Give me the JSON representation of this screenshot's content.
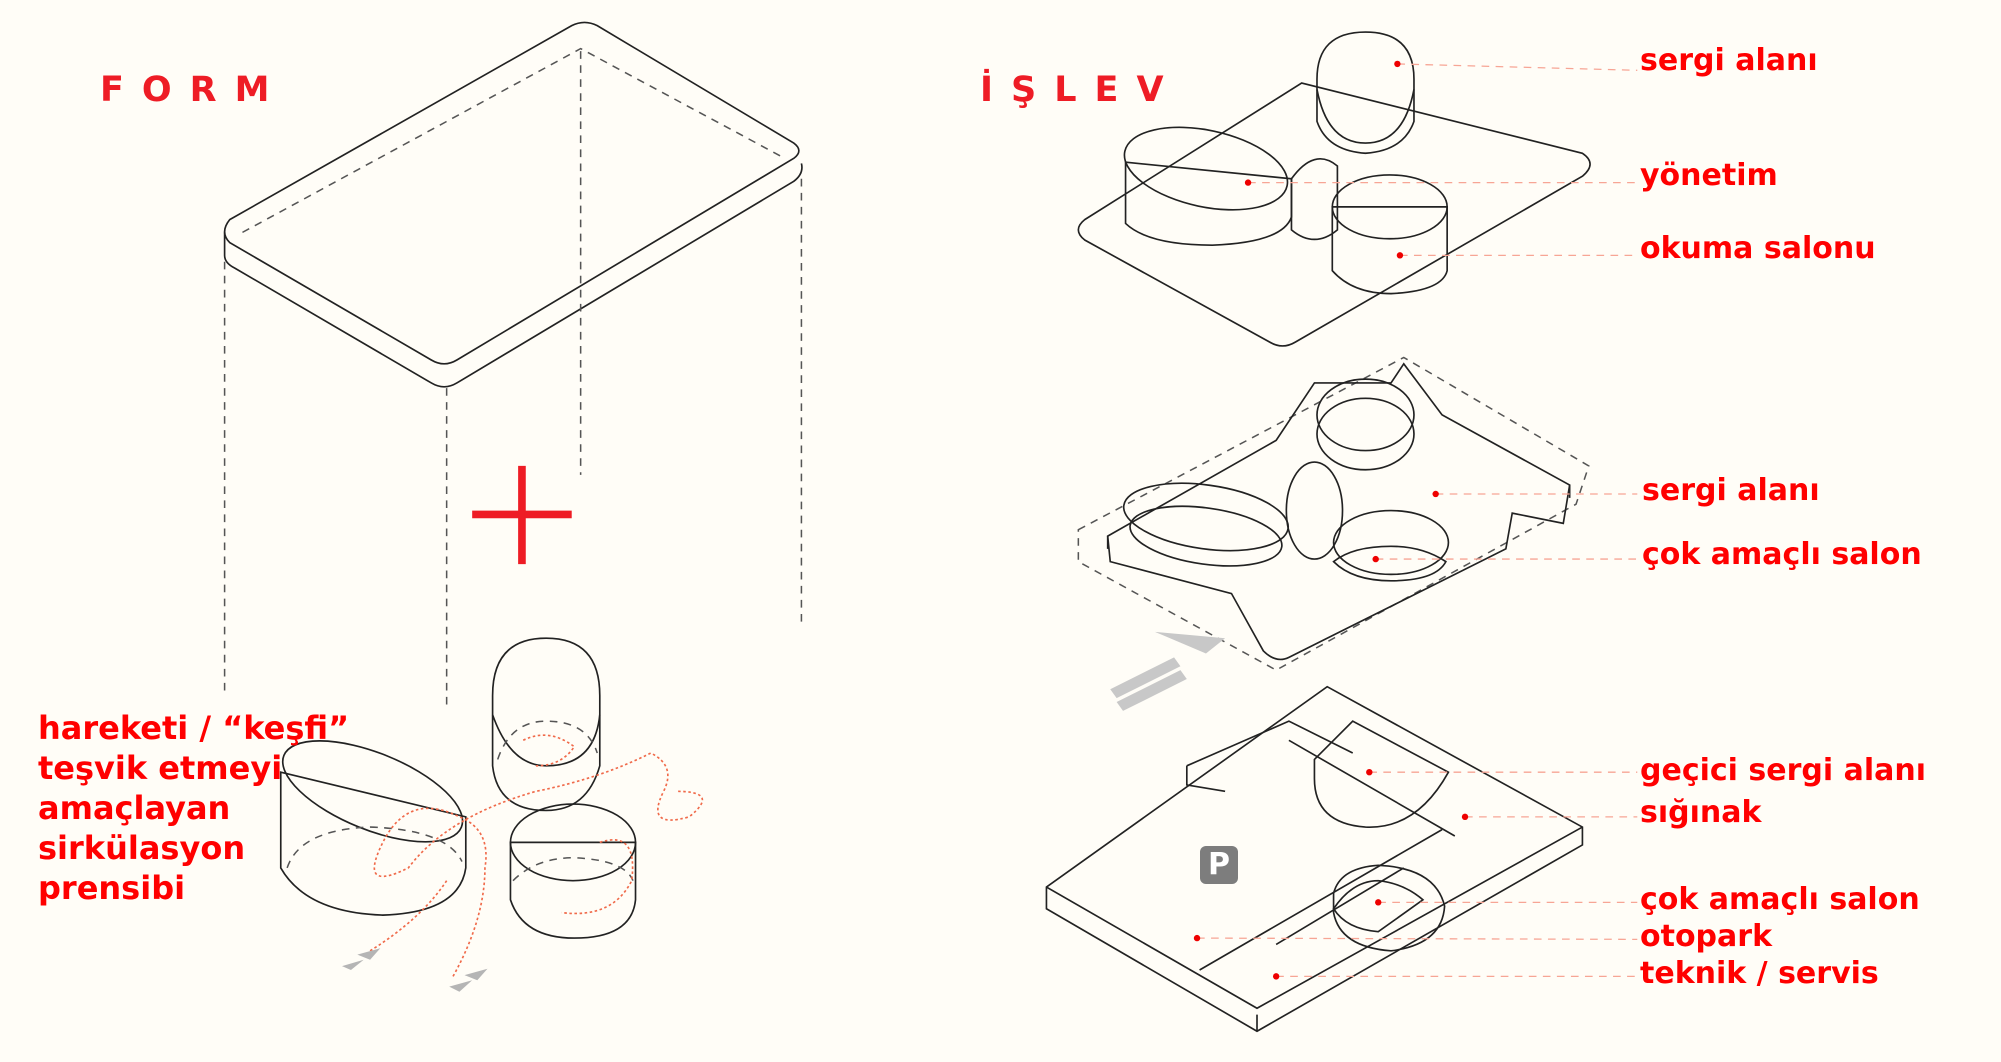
{
  "titles": {
    "form": "FORM",
    "islev": "İŞLEV"
  },
  "form_caption": [
    "hareketi / “keşfi”",
    "teşvik etmeyi",
    "amaçlayan",
    "sirkülasyon",
    "prensibi"
  ],
  "levels": {
    "upper": [
      "sergi alanı",
      "yönetim",
      "okuma salonu"
    ],
    "ground": [
      "sergi alanı",
      "çok amaçlı salon"
    ],
    "basement": [
      "geçici sergi alanı",
      "sığınak",
      "çok amaçlı salon",
      "otopark",
      "teknik / servis"
    ]
  },
  "parking_badge": "P",
  "colors": {
    "accent": "#ee1c25",
    "yellow": "#f8f4b4",
    "green": "#c6d69c",
    "orange": "#fddf8f",
    "background": "#fffdf7"
  }
}
